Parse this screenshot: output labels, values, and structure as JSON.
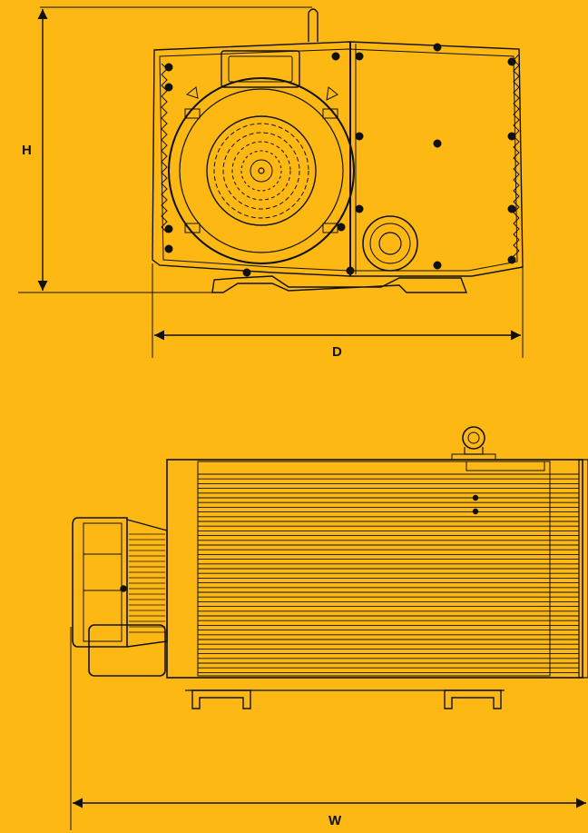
{
  "dimensions": {
    "height_label": "H",
    "depth_label": "D",
    "width_label": "W"
  },
  "colors": {
    "background": "#FDB813",
    "line": "#111111"
  }
}
